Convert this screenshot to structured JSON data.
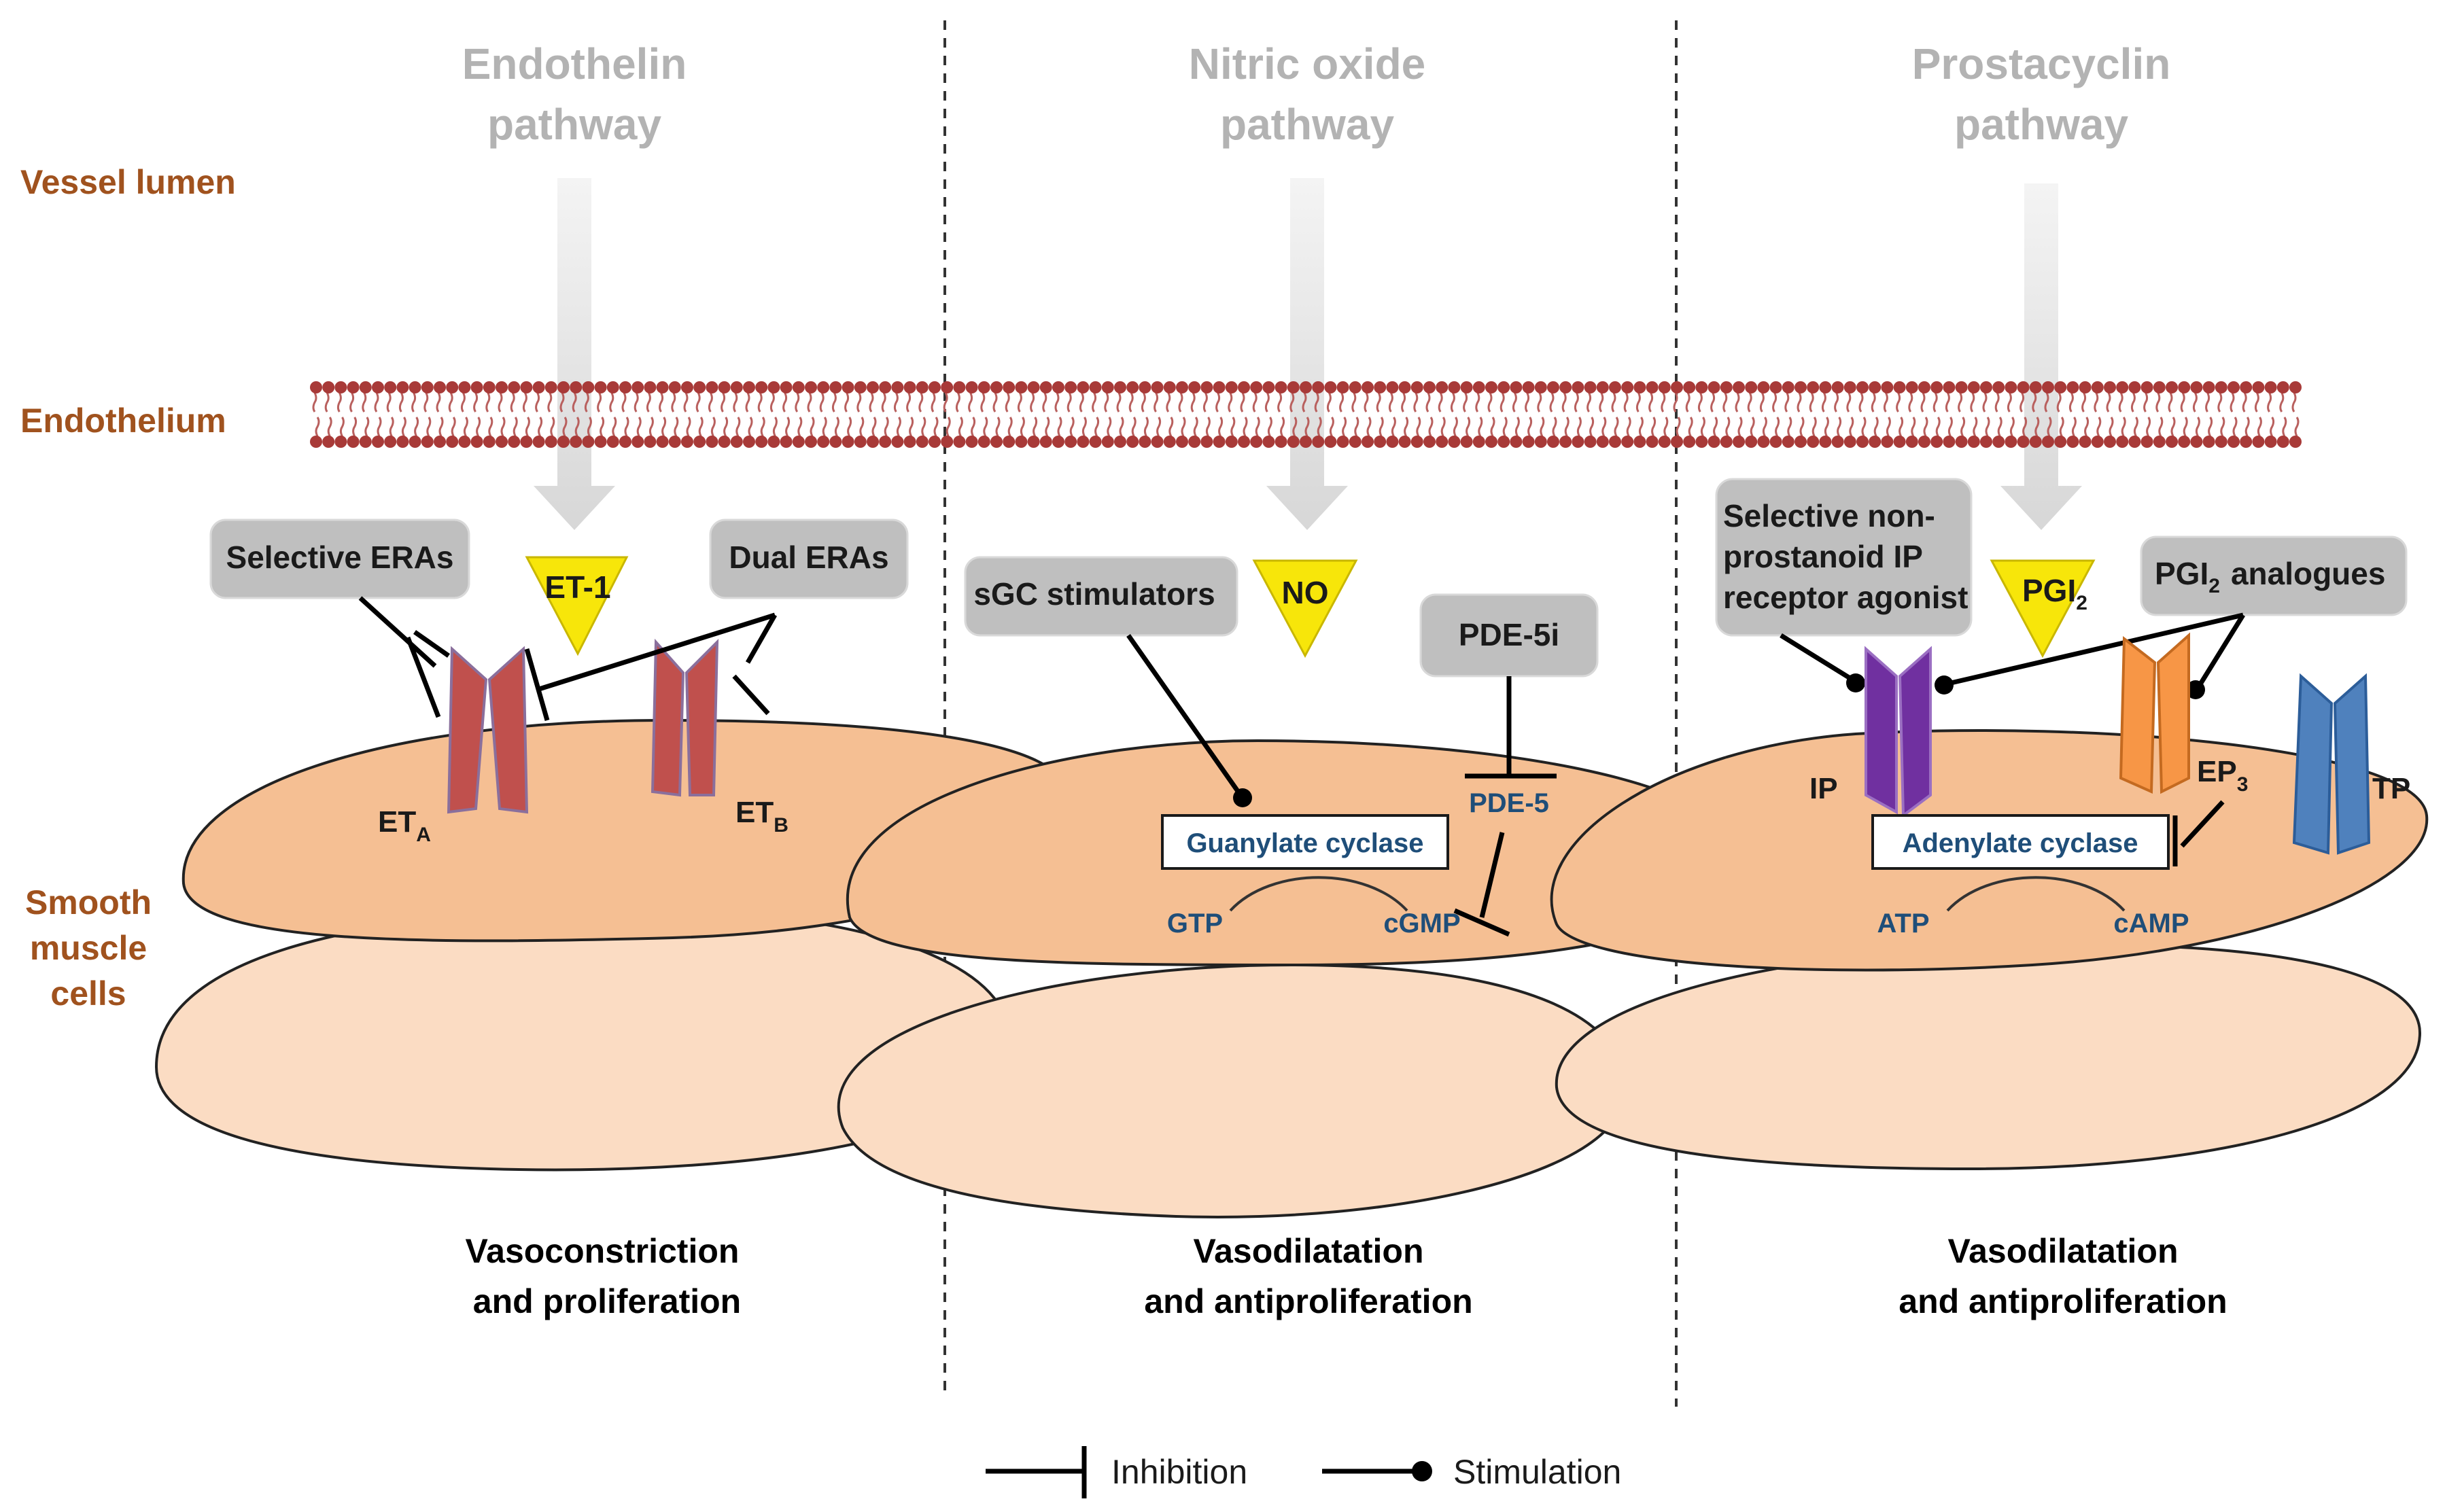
{
  "pathways": {
    "endothelin": [
      "Endothelin",
      "pathway"
    ],
    "nitric_oxide": [
      "Nitric oxide",
      "pathway"
    ],
    "prostacyclin": [
      "Prostacyclin",
      "pathway"
    ]
  },
  "side_labels": {
    "vessel_lumen": "Vessel lumen",
    "endothelium": "Endothelium",
    "smooth_muscle": [
      "Smooth",
      "muscle",
      "cells"
    ]
  },
  "drugs": {
    "selective_eras": "Selective ERAs",
    "dual_eras": "Dual ERAs",
    "sgc_stimulators": "sGC stimulators",
    "pde5i": "PDE-5i",
    "selective_ip_agonist": [
      "Selective non-",
      "prostanoid IP",
      "receptor agonist"
    ],
    "pgi2_analogues": {
      "main": "PGI",
      "sub": "2",
      "rest": "analogues"
    }
  },
  "ligands": {
    "et1": "ET-1",
    "no": "NO",
    "pgi2": {
      "main": "PGI",
      "sub": "2"
    }
  },
  "receptors": {
    "eta": {
      "main": "ET",
      "sub": "A"
    },
    "etb": {
      "main": "ET",
      "sub": "B"
    },
    "ip": "IP",
    "ep3": {
      "main": "EP",
      "sub": "3"
    },
    "tp": "TP"
  },
  "enzymes": {
    "guanylate_cyclase": "Guanylate  cyclase",
    "adenylate_cyclase": "Adenylate cyclase",
    "pde5": "PDE-5"
  },
  "molecules": {
    "gtp": "GTP",
    "cgmp": "cGMP",
    "atp": "ATP",
    "camp": "cAMP"
  },
  "outcomes": {
    "endothelin": [
      "Vasoconstriction",
      "and proliferation"
    ],
    "nitric_oxide": [
      "Vasodilatation",
      "and antiproliferation"
    ],
    "prostacyclin": [
      "Vasodilatation",
      "and antiproliferation"
    ]
  },
  "legend": {
    "inhibition": "Inhibition",
    "stimulation": "Stimulation"
  },
  "colors": {
    "title_gray": "#b3b3b3",
    "side_label_brown": "#a0521e",
    "cell_fill": "#f5bf93",
    "cell_light_fill": "#fbdcc3",
    "membrane_red": "#a83a38",
    "arrow_gray": "#d9d9d9",
    "ligand_yellow": "#f7e60a",
    "drug_box_gray": "#bfbfbf",
    "et_receptor": "#c0504d",
    "ip_receptor": "#7030a0",
    "ep3_receptor": "#f79646",
    "tp_receptor": "#4f81bd",
    "enzyme_text": "#1f4e79"
  }
}
